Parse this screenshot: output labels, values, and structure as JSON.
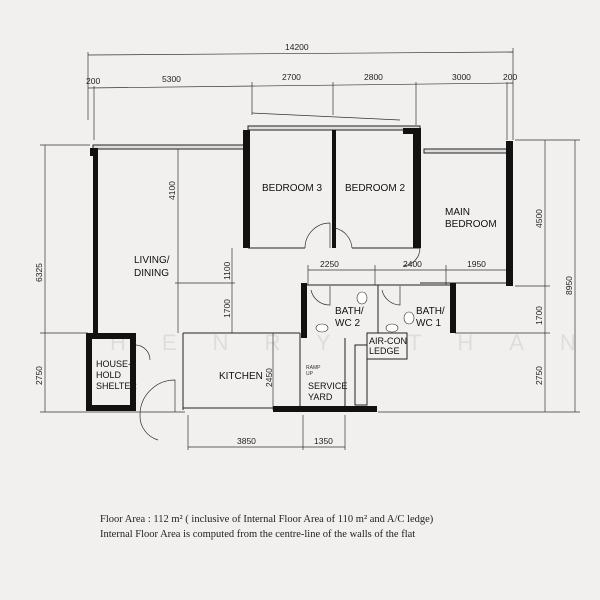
{
  "rooms": {
    "bedroom3": "BEDROOM 3",
    "bedroom2": "BEDROOM 2",
    "main_bedroom_1": "MAIN",
    "main_bedroom_2": "BEDROOM",
    "living_1": "LIVING/",
    "living_2": "DINING",
    "bath2_1": "BATH/",
    "bath2_2": "WC  2",
    "bath1_1": "BATH/",
    "bath1_2": "WC  1",
    "aircon_1": "AIR-CON",
    "aircon_2": "LEDGE",
    "shelter_1": "HOUSE-",
    "shelter_2": "HOLD",
    "shelter_3": "SHELTER",
    "kitchen": "KITCHEN",
    "yard_1": "SERVICE",
    "yard_2": "YARD",
    "ramp_1": "RAMP",
    "ramp_2": "UP"
  },
  "dimensions": {
    "overall_width": "14200",
    "top": [
      "200",
      "5300",
      "2700",
      "2800",
      "3000",
      "200"
    ],
    "left": [
      "6325",
      "2750"
    ],
    "right_inner": [
      "4500",
      "1700",
      "2750"
    ],
    "right_outer": "8950",
    "internal_v": [
      "4100",
      "1100",
      "1700",
      "2450"
    ],
    "bath_row": [
      "2250",
      "2400",
      "1950"
    ],
    "bottom": [
      "3850",
      "1350"
    ]
  },
  "watermark": "HENRY THANG",
  "notes": {
    "line1": "Floor Area : 112 m² ( inclusive of Internal Floor Area of 110 m² and A/C ledge)",
    "line2": "Internal Floor Area is computed from the centre-line of the walls of the flat"
  }
}
